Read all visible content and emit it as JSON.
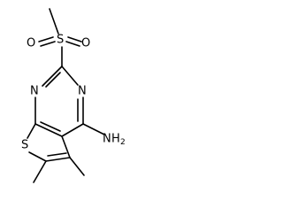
{
  "molecule": {
    "atoms": {
      "sulfonyl_s": "S",
      "sulfonyl_o_left": "O",
      "sulfonyl_o_right": "O",
      "ring_n_top": "N",
      "ring_n_bottom": "N",
      "thiophene_s": "S",
      "amine_n": "N",
      "amine_h": "H",
      "amine_h_count": "2"
    }
  }
}
